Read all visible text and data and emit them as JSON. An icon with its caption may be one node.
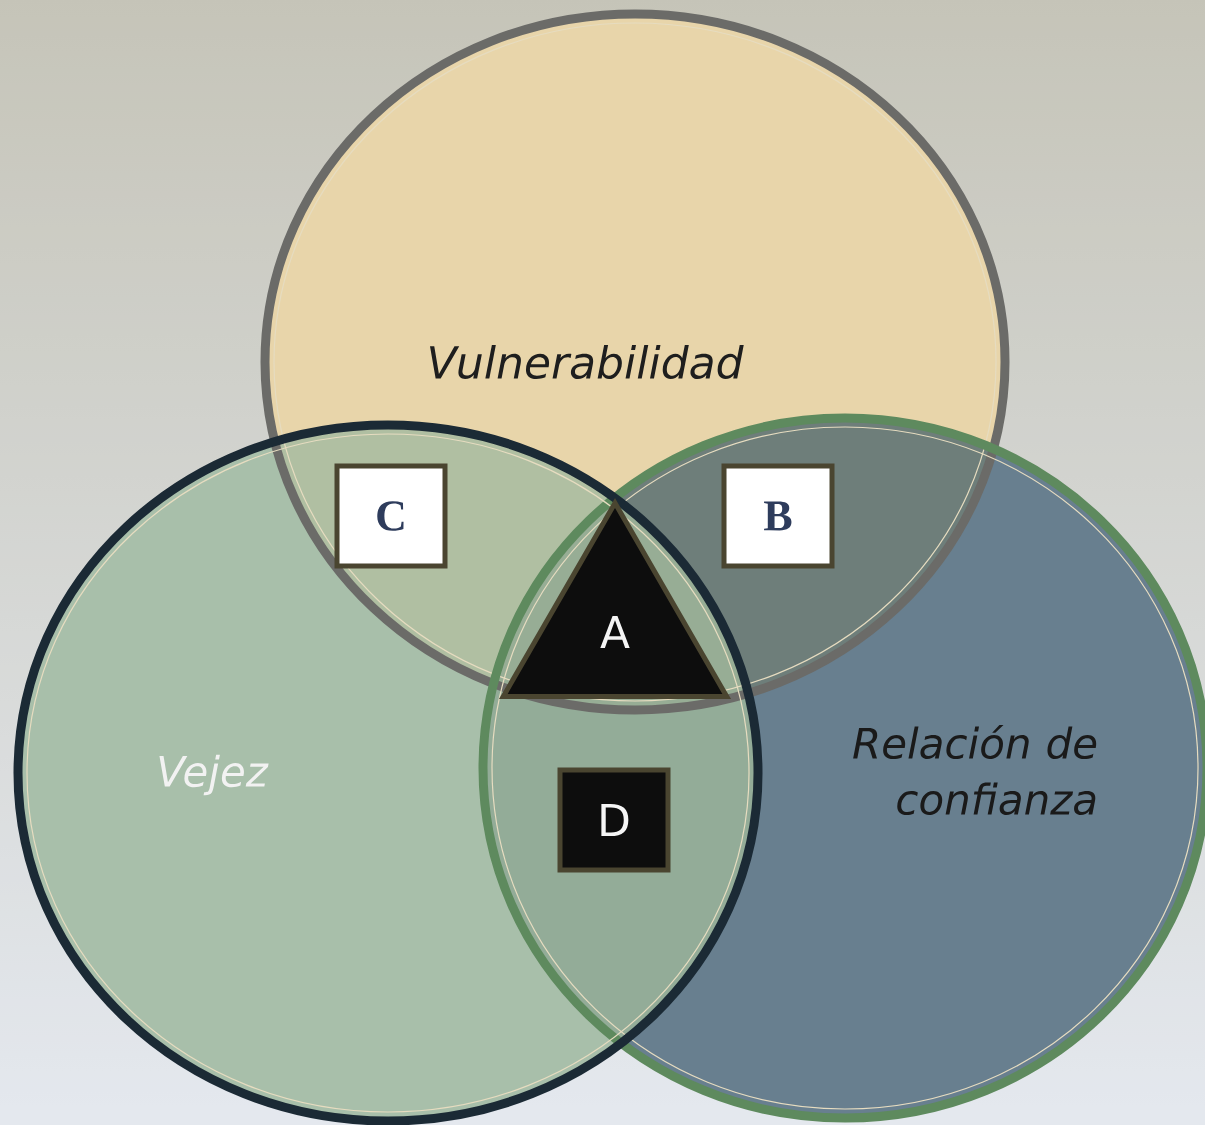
{
  "diagram": {
    "nodes": [
      {
        "text": [
          "Vulnerabilidad"
        ]
      },
      {
        "text": [
          "Vejez"
        ]
      },
      {
        "text": [
          "Relación de confianza"
        ]
      },
      {
        "text": [
          "C"
        ]
      },
      {
        "text": [
          "B"
        ]
      },
      {
        "text": [
          "A"
        ]
      },
      {
        "text": [
          "D"
        ]
      }
    ]
  }
}
